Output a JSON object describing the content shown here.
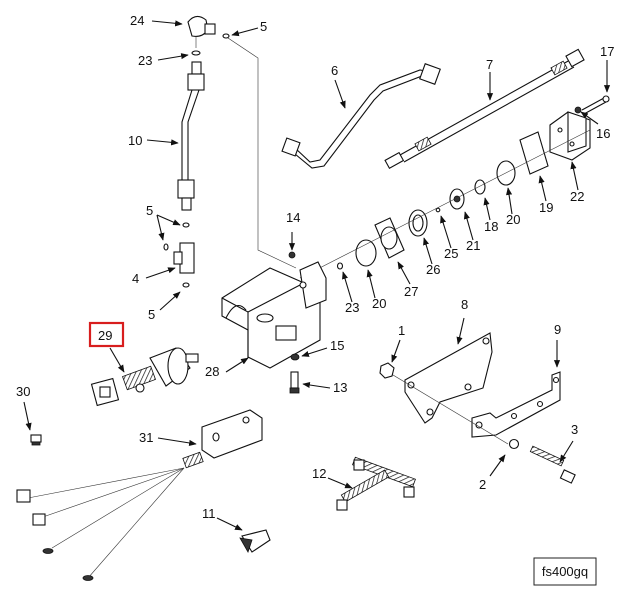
{
  "diagram": {
    "reference_code": "fs400gq",
    "highlighted_callout": "29",
    "highlight_color": "#d81e1e",
    "callouts": {
      "c24": "24",
      "c5a": "5",
      "c23a": "23",
      "c10": "10",
      "c5b": "5",
      "c4": "4",
      "c5c": "5",
      "c6": "6",
      "c7": "7",
      "c17": "17",
      "c16": "16",
      "c22": "22",
      "c19": "19",
      "c20a": "20",
      "c18": "18",
      "c21": "21",
      "c25": "25",
      "c26": "26",
      "c27": "27",
      "c20b": "20",
      "c23b": "23",
      "c14": "14",
      "c28": "28",
      "c15": "15",
      "c13": "13",
      "c29": "29",
      "c30": "30",
      "c31": "31",
      "c1": "1",
      "c8": "8",
      "c9": "9",
      "c2": "2",
      "c3": "3",
      "c12": "12",
      "c11": "11"
    }
  }
}
